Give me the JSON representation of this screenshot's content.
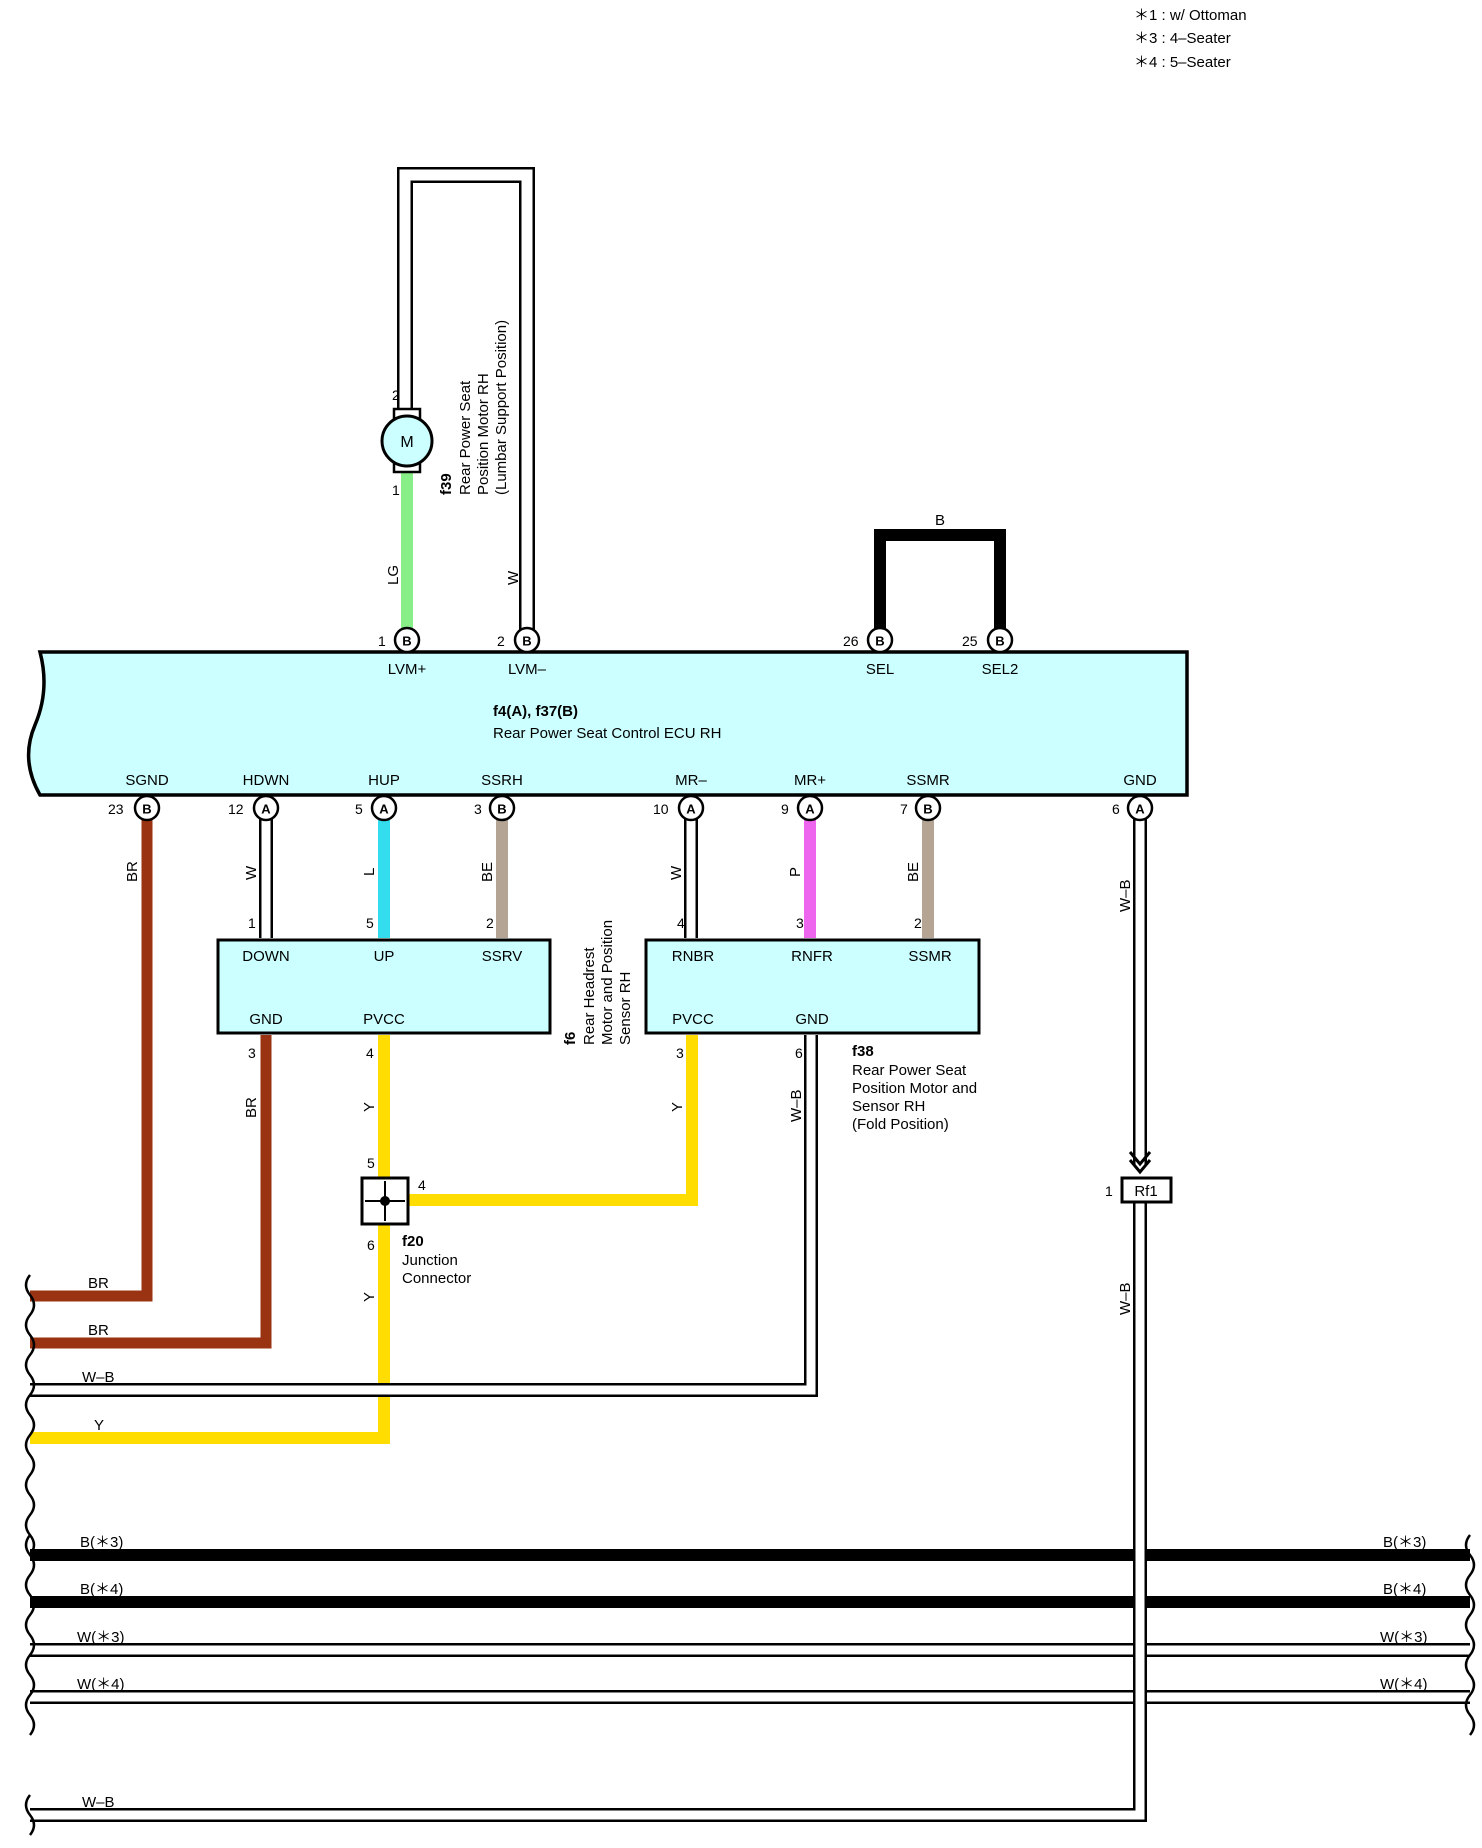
{
  "notes": [
    "＊1 : w/ Ottoman",
    "＊3 : 4–Seater",
    "＊4 : 5–Seater"
  ],
  "colors": {
    "LG": "#88ee88",
    "L": "#33ddee",
    "BE": "#b4a494",
    "P": "#ee66ee",
    "BR": "#993311",
    "Y": "#ffdd00",
    "B": "#000000",
    "component_fill": "#ccffff"
  },
  "ecu": {
    "code": "f4(A), f37(B)",
    "name": "Rear Power Seat Control ECU RH",
    "top_pins": [
      {
        "num": "1",
        "conn": "B",
        "name": "LVM+"
      },
      {
        "num": "2",
        "conn": "B",
        "name": "LVM–"
      },
      {
        "num": "26",
        "conn": "B",
        "name": "SEL"
      },
      {
        "num": "25",
        "conn": "B",
        "name": "SEL2"
      }
    ],
    "bottom_pins": [
      {
        "num": "23",
        "conn": "B",
        "name": "SGND"
      },
      {
        "num": "12",
        "conn": "A",
        "name": "HDWN"
      },
      {
        "num": "5",
        "conn": "A",
        "name": "HUP"
      },
      {
        "num": "3",
        "conn": "B",
        "name": "SSRH"
      },
      {
        "num": "10",
        "conn": "A",
        "name": "MR–"
      },
      {
        "num": "9",
        "conn": "A",
        "name": "MR+"
      },
      {
        "num": "7",
        "conn": "B",
        "name": "SSMR"
      },
      {
        "num": "6",
        "conn": "A",
        "name": "GND"
      }
    ]
  },
  "motor": {
    "symbol": "M",
    "code": "f39",
    "name_lines": [
      "Rear Power Seat",
      "Position Motor RH",
      "(Lumbar Support Position)"
    ],
    "pin_top": "2",
    "pin_bottom": "1"
  },
  "headrest": {
    "code": "f6",
    "name_lines": [
      "Rear Headrest",
      "Motor and Position",
      "Sensor RH"
    ],
    "top_pins": [
      {
        "num": "1",
        "name": "DOWN"
      },
      {
        "num": "5",
        "name": "UP"
      },
      {
        "num": "2",
        "name": "SSRV"
      }
    ],
    "bottom_pins": [
      {
        "num": "3",
        "name": "GND"
      },
      {
        "num": "4",
        "name": "PVCC"
      }
    ]
  },
  "fold_motor": {
    "code": "f38",
    "name_lines": [
      "Rear Power Seat",
      "Position Motor and",
      "Sensor RH",
      "(Fold Position)"
    ],
    "top_pins": [
      {
        "num": "4",
        "name": "RNBR"
      },
      {
        "num": "3",
        "name": "RNFR"
      },
      {
        "num": "2",
        "name": "SSMR"
      }
    ],
    "bottom_pins": [
      {
        "num": "3",
        "name": "PVCC"
      },
      {
        "num": "6",
        "name": "GND"
      }
    ]
  },
  "junction": {
    "code": "f20",
    "name_lines": [
      "Junction",
      "Connector"
    ],
    "pins": [
      "5",
      "4",
      "6"
    ]
  },
  "rf1": {
    "code": "Rf1",
    "pin": "1"
  },
  "wire_labels": {
    "lg": "LG",
    "w_lvm": "W",
    "b_sel": "B",
    "br_sgnd": "BR",
    "w_hdwn": "W",
    "l_hup": "L",
    "be_ssrh": "BE",
    "w_mr": "W",
    "p_mr": "P",
    "be_ssmr": "BE",
    "wb_gnd": "W–B",
    "br_gnd": "BR",
    "y_pvcc": "Y",
    "y_pvcc2": "Y",
    "wb_fold": "W–B",
    "y_junction": "Y",
    "wb_rf1": "W–B"
  },
  "bus_lines": {
    "left": [
      "BR",
      "BR",
      "W–B",
      "Y"
    ],
    "bottom_left": [
      "B(＊3)",
      "B(＊4)",
      "W(＊3)",
      "W(＊4)"
    ],
    "bottom_right": [
      "B(＊3)",
      "B(＊4)",
      "W(＊3)",
      "W(＊4)"
    ],
    "final": "W–B"
  }
}
